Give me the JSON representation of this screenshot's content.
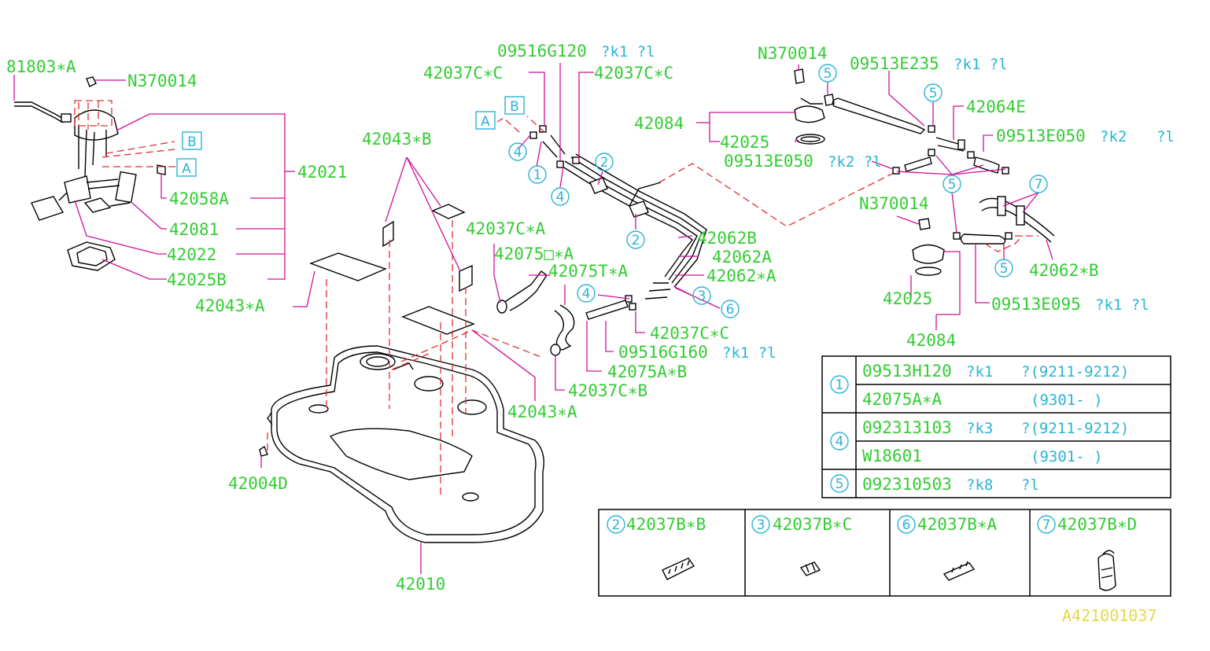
{
  "labels": {
    "l_81803A": "81803∗A",
    "l_N370014_a": "N370014",
    "l_42021": "42021",
    "l_42058A": "42058A",
    "l_42081": "42081",
    "l_42022": "42022",
    "l_42025B": "42025B",
    "l_42043B": "42043∗B",
    "l_42043A_left": "42043∗A",
    "l_42004D": "42004D",
    "l_42010": "42010",
    "l_42043A_mid": "42043∗A",
    "l_42037CA": "42037C∗A",
    "l_42075OA": "42075□∗A",
    "l_42075TA": "42075T∗A",
    "l_09516G120": "09516G120",
    "l_42037CC_a": "42037C∗C",
    "l_42037CC_b": "42037C∗C",
    "l_42062B": "42062B",
    "l_42062A": "42062A",
    "l_42062sA": "42062∗A",
    "l_42037CC_c": "42037C∗C",
    "l_09516G160": "09516G160",
    "l_42075AB": "42075A∗B",
    "l_42037CB": "42037C∗B",
    "l_N370014_b": "N370014",
    "l_09513E235": "09513E235",
    "l_42084_a": "42084",
    "l_42025_a": "42025",
    "l_09513E050_a": "09513E050",
    "l_42064E": "42064E",
    "l_09513E050_b": "09513E050",
    "l_N370014_c": "N370014",
    "l_42062sB": "42062∗B",
    "l_42025_b": "42025",
    "l_09513E095": "09513E095",
    "l_42084_b": "42084"
  },
  "notes": {
    "n_09516G120": "?k1  ?l",
    "n_09513E235": "?k1  ?l",
    "n_09513E050_a": "?k2  ?l",
    "n_09513E050_b": "?k2",
    "n_09513E050_b2": "?l",
    "n_09516G160": "?k1  ?l",
    "n_09513E095": "?k1  ?l"
  },
  "callouts": {
    "A": "A",
    "B": "B",
    "c1": "1",
    "c2": "2",
    "c3": "3",
    "c4": "4",
    "c5": "5",
    "c6": "6",
    "c7": "7"
  },
  "table": {
    "rows": [
      {
        "ref": "1",
        "part": "09513H120",
        "note": "?k1",
        "range": "?(9211-9212)"
      },
      {
        "ref": "",
        "part": "42075A∗A",
        "note": "",
        "range": "(9301-      )"
      },
      {
        "ref": "4",
        "part": "092313103",
        "note": "?k3",
        "range": "?(9211-9212)"
      },
      {
        "ref": "",
        "part": "W18601",
        "note": "",
        "range": "(9301-      )"
      },
      {
        "ref": "5",
        "part": "092310503",
        "note": "?k8",
        "range": "?l"
      }
    ]
  },
  "clips": [
    {
      "ref": "2",
      "part": "42037B∗B"
    },
    {
      "ref": "3",
      "part": "42037B∗C"
    },
    {
      "ref": "6",
      "part": "42037B∗A"
    },
    {
      "ref": "7",
      "part": "42037B∗D"
    }
  ],
  "diagram_code": "A421001037",
  "colors": {
    "part_number": "#33cc33",
    "callout": "#2bb3d6",
    "leader": "#d0109a",
    "dashed": "#e03030",
    "code": "#e6d84a"
  }
}
